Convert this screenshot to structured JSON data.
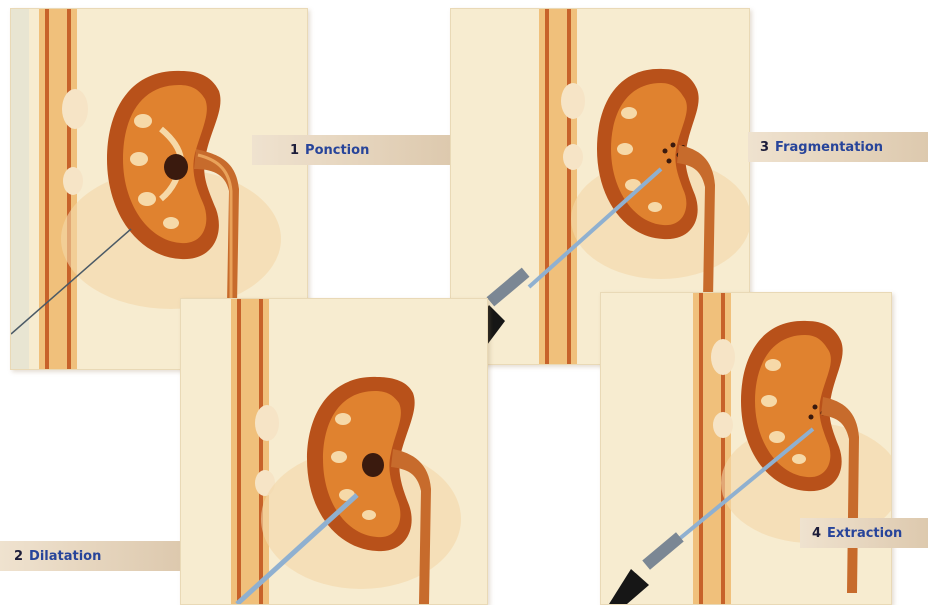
{
  "steps": [
    {
      "number": "1",
      "title": "Ponction"
    },
    {
      "number": "2",
      "title": "Dilatation"
    },
    {
      "number": "3",
      "title": "Fragmentation"
    },
    {
      "number": "4",
      "title": "Extraction"
    }
  ],
  "colors": {
    "panel_background": "#f7ecd0",
    "kidney_outer": "#b8511a",
    "kidney_inner": "#e0822f",
    "calyx": "#f6d9a8",
    "stone": "#3a1a0e",
    "instrument": "#8fb0d0",
    "label_text": "#27449a"
  }
}
